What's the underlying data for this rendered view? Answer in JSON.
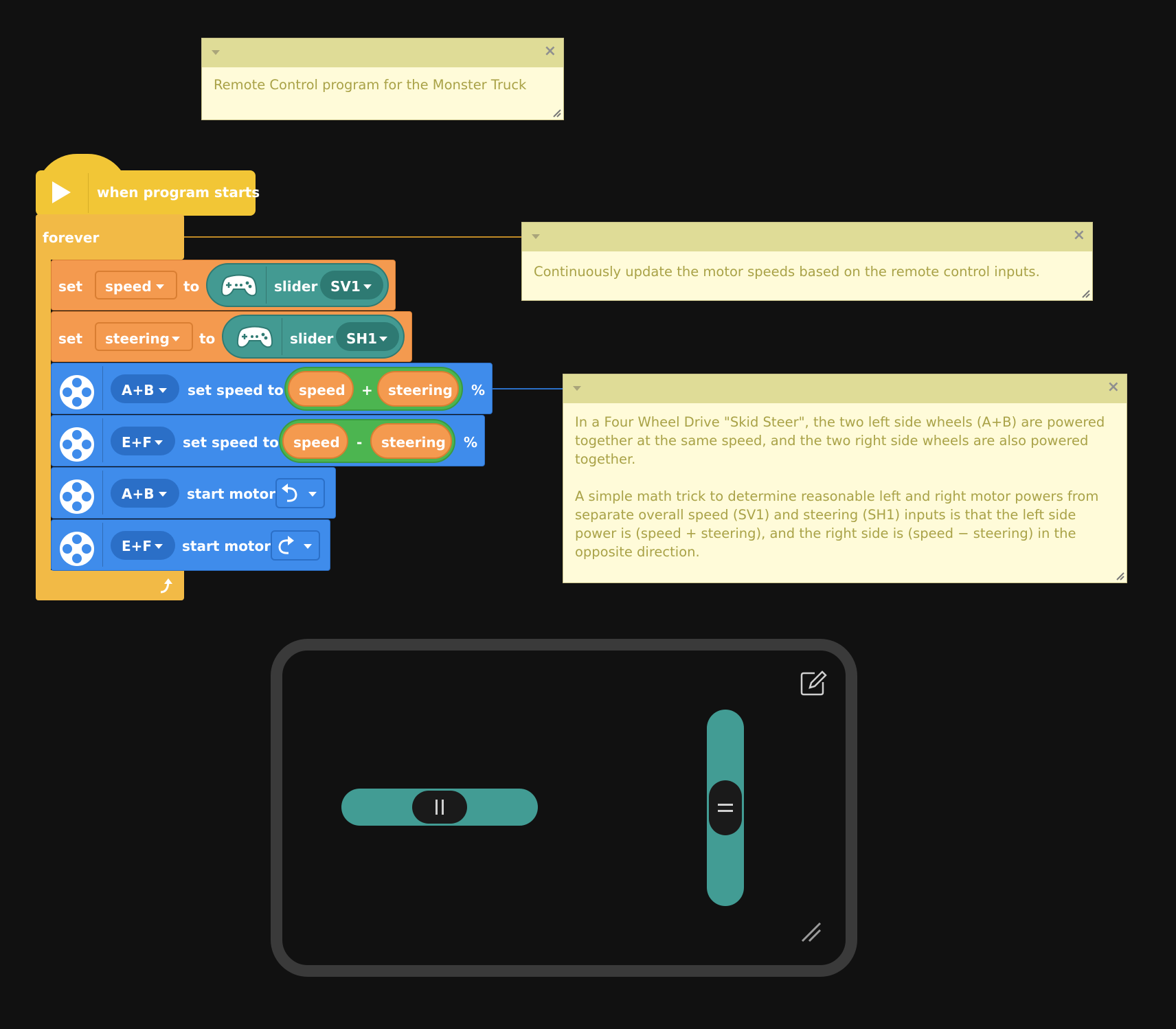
{
  "comments": {
    "c1": "Remote Control program for the Monster Truck",
    "c2": "Continuously update the motor speeds based on the remote control inputs.",
    "c3": "In a Four Wheel Drive \"Skid Steer\", the two left side wheels (A+B) are powered together at the same speed, and the two right side wheels are also powered together.\n\nA simple math trick to determine reasonable left and right motor powers from separate overall speed (SV1) and steering (SH1) inputs is that the left side power is (speed + steering), and the right side is (speed − steering) in the opposite direction.",
    "close_glyph": "×"
  },
  "blocks": {
    "hat_label": "when program starts",
    "forever_label": "forever",
    "set_label": "set",
    "to_label": "to",
    "var_speed": "speed",
    "var_steering": "steering",
    "slider_label": "slider",
    "slider_v": "SV1",
    "slider_h": "SH1",
    "port_ab": "A+B",
    "port_ef": "E+F",
    "set_speed_to": "set speed to",
    "start_motor": "start motor",
    "plus": "+",
    "minus": "-",
    "percent": "%"
  },
  "colors": {
    "events_yellow": "#f2c636",
    "control_yellow": "#f2ba46",
    "variables_orange": "#f49a4f",
    "remote_teal": "#439a92",
    "motor_blue": "#3f8ceb",
    "operator_green": "#4cb550",
    "comment_bg": "#fffbd9",
    "comment_bar": "#dfdc97",
    "comment_text": "#a9a247"
  },
  "icons": {
    "play": "play-icon",
    "gamepad": "gamepad-icon",
    "motor": "motor-icon",
    "ccw": "rotate-counterclockwise-icon",
    "cw": "rotate-clockwise-icon",
    "loop": "loop-arrow-icon",
    "edit": "edit-icon",
    "resize": "resize-icon"
  }
}
